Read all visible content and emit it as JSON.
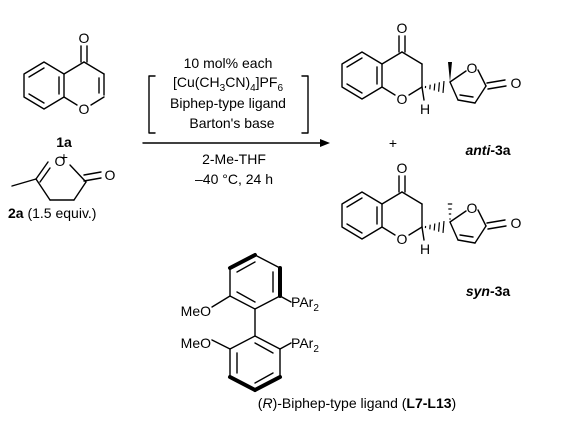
{
  "atoms": {
    "O": "O",
    "H": "H",
    "MeO": "MeO",
    "P": "P",
    "Ar": "Ar",
    "sub2": "2"
  },
  "compounds": {
    "c1a": {
      "label": "1a"
    },
    "plus_left": "+",
    "c2a": {
      "label": "2a",
      "note": " (1.5 equiv.)"
    },
    "plus_right": "+",
    "anti": {
      "prefix": "anti",
      "suffix": "-3a"
    },
    "syn": {
      "prefix": "syn",
      "suffix": "-3a"
    }
  },
  "conditions": {
    "catalyst_loading": "10 mol% each",
    "copper_salt": {
      "a": "[Cu(CH",
      "s1": "3",
      "b": "CN)",
      "s2": "4",
      "c": "]PF",
      "s3": "6"
    },
    "ligand": "Biphep-type ligand",
    "base": "Barton's base",
    "solvent": "2-Me-THF",
    "temp_time": "–40 °C, 24 h"
  },
  "ligand_caption": {
    "open": "(",
    "R": "R",
    "mid": ")-Biphep-type ligand (",
    "range": "L7-L13",
    "close": ")"
  }
}
